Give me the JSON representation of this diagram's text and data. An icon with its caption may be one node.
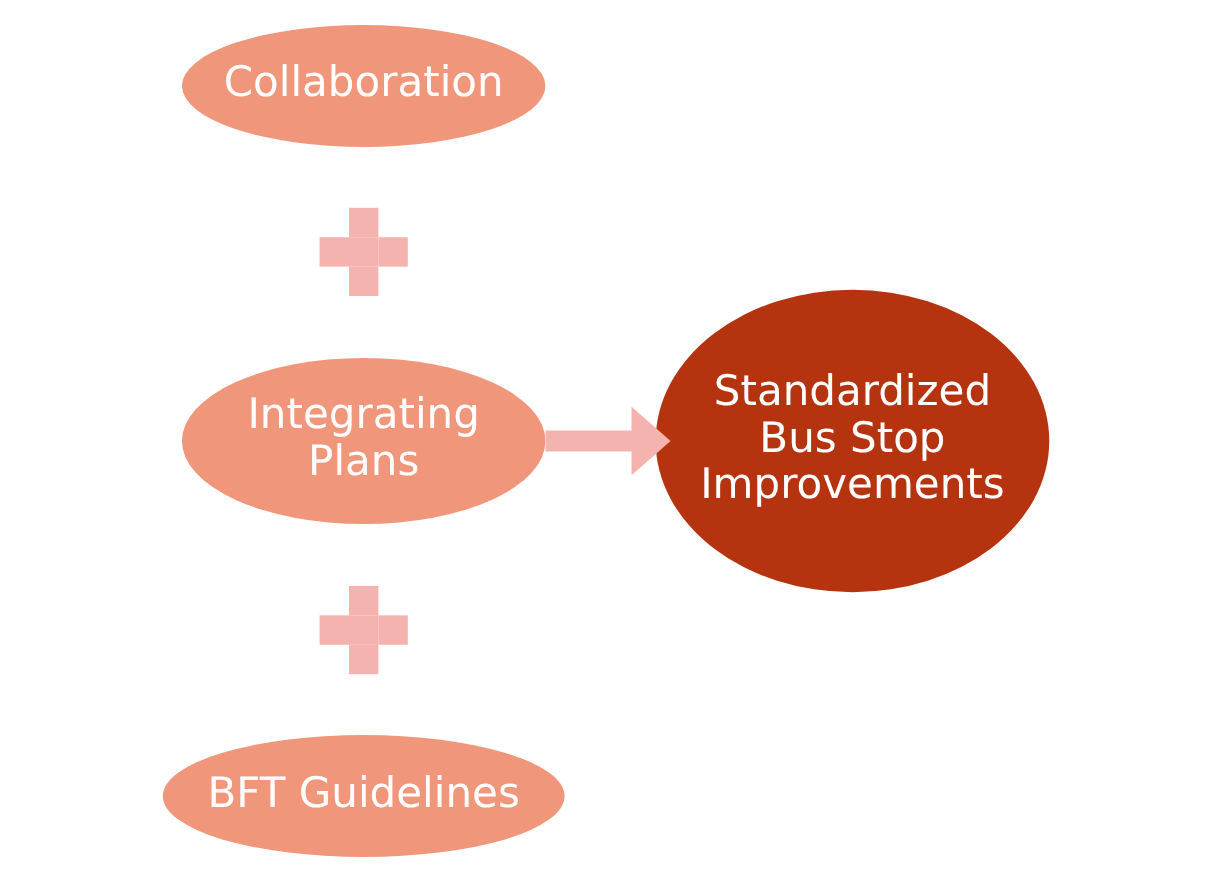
{
  "diagram": {
    "nodes": [
      {
        "text": [
          "Collaboration"
        ]
      },
      {
        "text": [],
        "shape": "plus"
      },
      {
        "text": [
          "Integrating Plans"
        ]
      },
      {
        "text": [],
        "shape": "plus"
      },
      {
        "text": [
          "BFT Guidelines"
        ]
      },
      {
        "text": [
          "Standardized Bus Stop Improvements"
        ]
      }
    ],
    "edges": [
      {
        "from": 2,
        "to": 5,
        "arrow": "to"
      }
    ]
  }
}
